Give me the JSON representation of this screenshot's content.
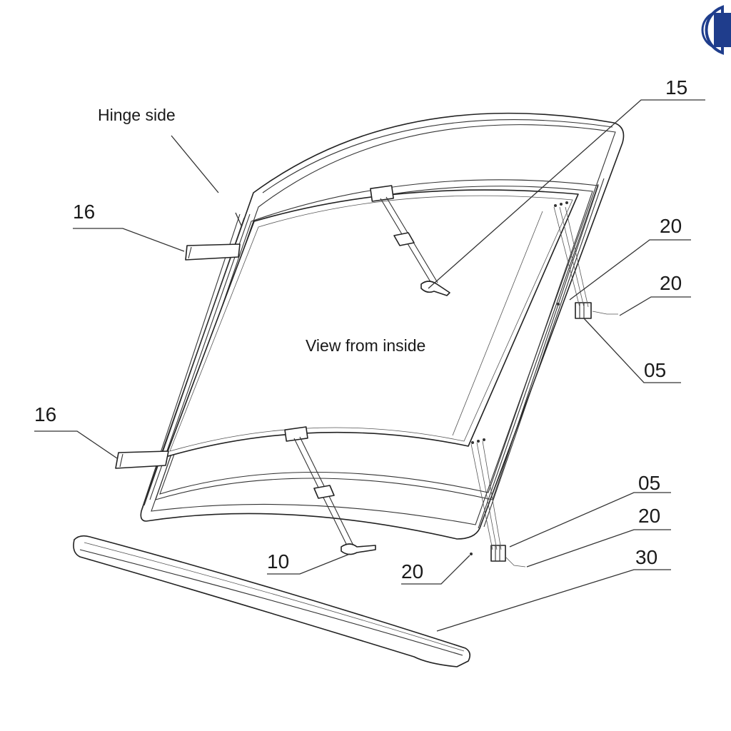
{
  "brand": {
    "logo_icon": "brand-logo-icon",
    "color": "#1f3d8c"
  },
  "annotations": {
    "hinge_side": "Hinge side",
    "view_from_inside": "View from inside"
  },
  "callouts": {
    "c15": "15",
    "c16_top": "16",
    "c16_bottom": "16",
    "c20_a": "20",
    "c20_b": "20",
    "c05_top": "05",
    "c05_bottom": "05",
    "c20_c": "20",
    "c30": "30",
    "c20_d": "20",
    "c10": "10"
  }
}
